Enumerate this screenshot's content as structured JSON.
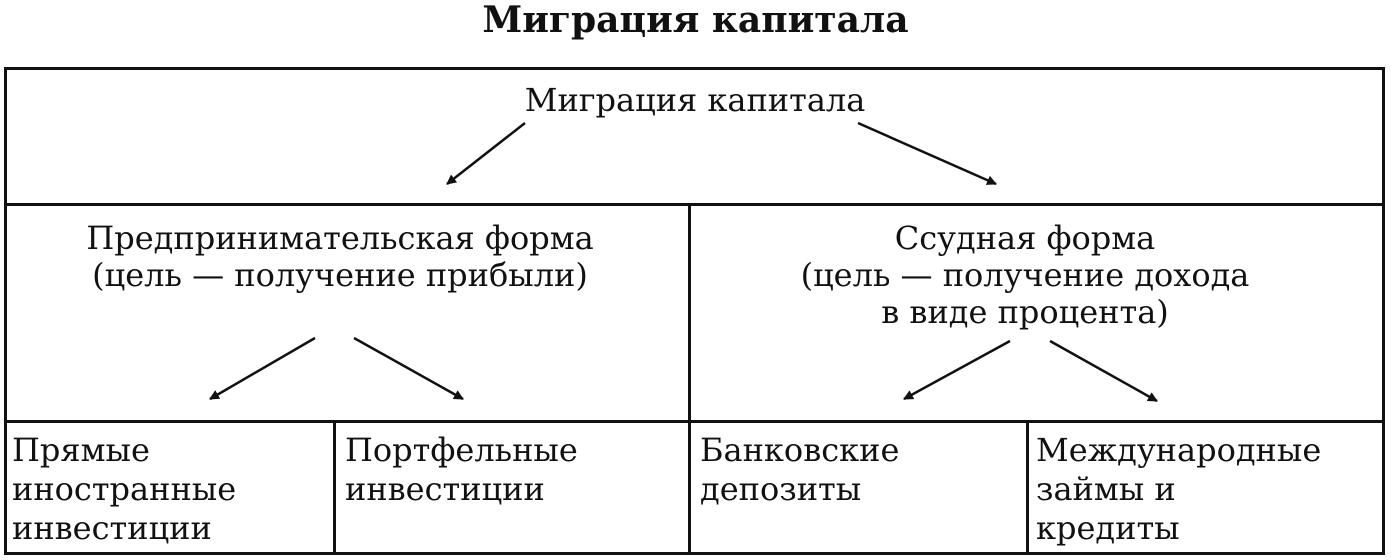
{
  "title": "Миграция капитала",
  "root": {
    "label": "Миграция капитала"
  },
  "forms": [
    {
      "line1": "Предпринимательская форма",
      "line2": "(цель — получение прибыли)",
      "line3": ""
    },
    {
      "line1": "Ссудная форма",
      "line2": "(цель — получение дохода",
      "line3": "в виде процента)"
    }
  ],
  "leaves": [
    {
      "line1": "Прямые",
      "line2": "иностранные",
      "line3": "инвестиции"
    },
    {
      "line1": "Портфельные",
      "line2": "инвестиции",
      "line3": ""
    },
    {
      "line1": "Банковские",
      "line2": "депозиты",
      "line3": ""
    },
    {
      "line1": "Международные",
      "line2": "займы и",
      "line3": "кредиты"
    }
  ]
}
